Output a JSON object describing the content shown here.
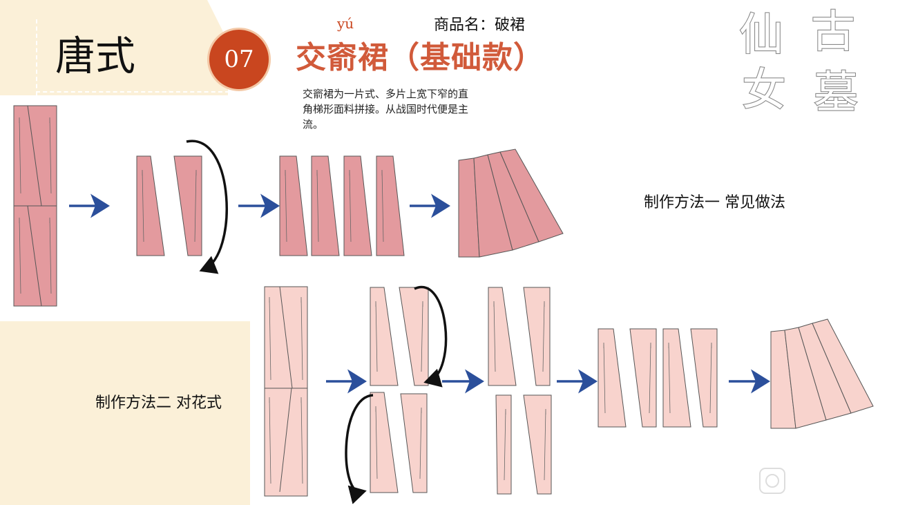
{
  "header": {
    "dynasty": "唐式",
    "number": "07",
    "pinyin": "yú",
    "title": "交窬裙（基础款）",
    "product_name": "商品名：破裙"
  },
  "description": "交窬裙为一片式、多片上宽下窄的直角梯形面料拼接。从战国时代便是主流。",
  "logo": {
    "chars": [
      "古",
      "墓",
      "仙",
      "女"
    ]
  },
  "methods": {
    "method1_label": "制作方法一  常见做法",
    "method2_label": "制作方法二  对花式"
  },
  "colors": {
    "piece_dark": "#e39a9e",
    "piece_light": "#f8d3cd",
    "arrow_blue": "#2b4f9b",
    "badge_red": "#c9461f",
    "title_red": "#d15a3a",
    "banner": "#fbf0d8"
  },
  "icons": {
    "arrow": "arrow-right-icon",
    "curved_arrow": "curved-arrow-icon",
    "watermark": "watermark-icon"
  }
}
